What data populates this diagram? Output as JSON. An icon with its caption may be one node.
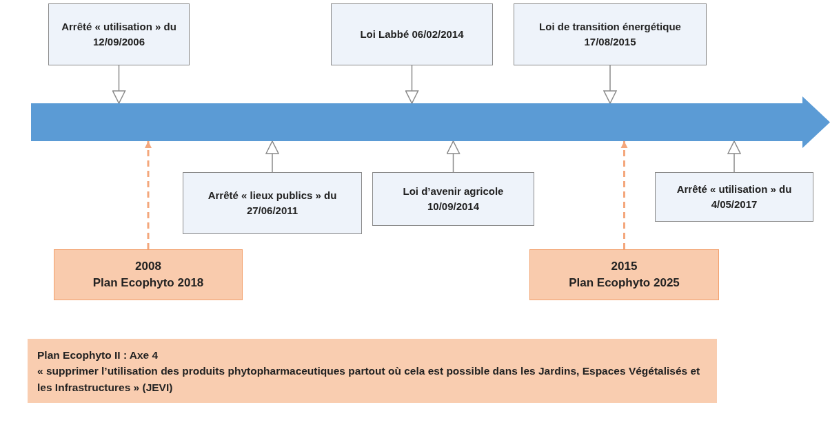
{
  "diagram": {
    "nodes": [
      {
        "text": [],
        "shape": "bar"
      },
      {
        "text": [
          "Arrêté « utilisation » du 12/09/2006"
        ]
      },
      {
        "text": [
          "Loi Labbé 06/02/2014"
        ]
      },
      {
        "text": [
          "Loi de transition énergétique 17/08/2015"
        ]
      },
      {
        "text": [
          "Arrêté « lieux publics » du 27/06/2011"
        ]
      },
      {
        "text": [
          "Loi d’avenir agricole 10/09/2014"
        ]
      },
      {
        "text": [
          "Arrêté « utilisation » du 4/05/2017"
        ]
      },
      {
        "text": [
          "2008",
          "Plan Ecophyto 2018"
        ]
      },
      {
        "text": [
          "2015",
          "Plan Ecophyto 2025"
        ]
      },
      {
        "text": [
          "Plan Ecophyto II : Axe 4",
          "« supprimer l’utilisation des produits phytopharmaceutiques partout où cela est possible dans les Jardins, Espaces Végétalisés et les Infrastructures » (JEVI)"
        ]
      }
    ],
    "edges": [
      {
        "from": 1,
        "to": 0,
        "arrow": "to"
      },
      {
        "from": 2,
        "to": 0,
        "arrow": "to"
      },
      {
        "from": 3,
        "to": 0,
        "arrow": "to"
      },
      {
        "from": 4,
        "to": 0,
        "arrow": "to"
      },
      {
        "from": 5,
        "to": 0,
        "arrow": "to"
      },
      {
        "from": 6,
        "to": 0,
        "arrow": "to"
      },
      {
        "from": 7,
        "to": 0,
        "arrow": "to",
        "style": "dashed",
        "color": "#f4a77c"
      },
      {
        "from": 8,
        "to": 0,
        "arrow": "to",
        "style": "dashed",
        "color": "#f4a77c"
      }
    ]
  }
}
